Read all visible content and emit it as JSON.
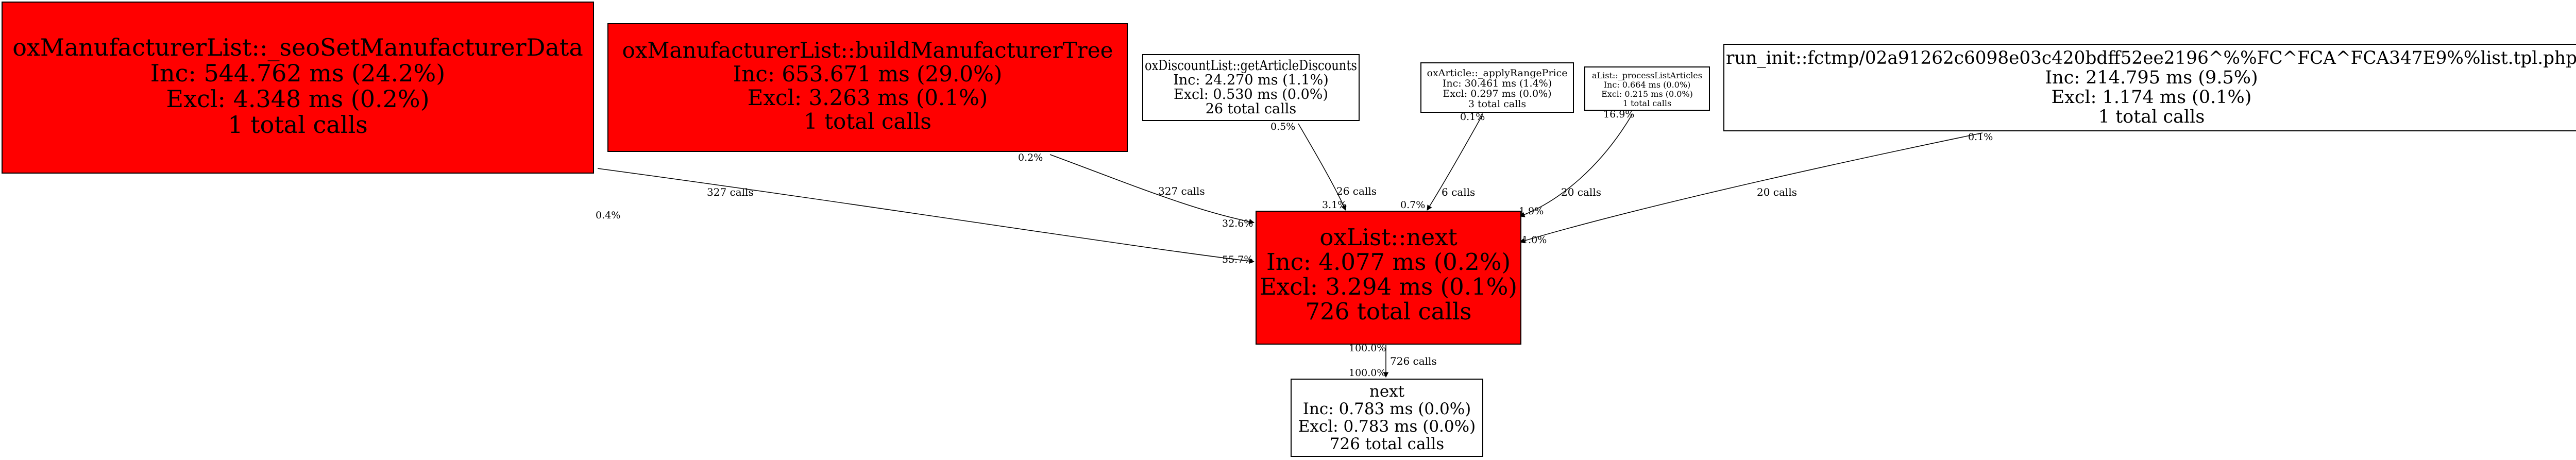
{
  "colors": {
    "hot": "#ff0000",
    "normal": "#ffffff",
    "stroke": "#000000"
  },
  "nodes": {
    "seo": {
      "name": "oxManufacturerList::_seoSetManufacturerData",
      "inc": "Inc: 544.762 ms (24.2%)",
      "excl": "Excl: 4.348 ms (0.2%)",
      "calls": "1 total calls"
    },
    "build": {
      "name": "oxManufacturerList::buildManufacturerTree",
      "inc": "Inc: 653.671 ms (29.0%)",
      "excl": "Excl: 3.263 ms (0.1%)",
      "calls": "1 total calls"
    },
    "discount": {
      "name": "oxDiscountList::getArticleDiscounts",
      "inc": "Inc: 24.270 ms (1.1%)",
      "excl": "Excl: 0.530 ms (0.0%)",
      "calls": "26 total calls"
    },
    "range": {
      "name": "oxArticle::_applyRangePrice",
      "inc": "Inc: 30.461 ms (1.4%)",
      "excl": "Excl: 0.297 ms (0.0%)",
      "calls": "3 total calls"
    },
    "alist": {
      "name": "aList::_processListArticles",
      "inc": "Inc: 0.664 ms (0.0%)",
      "excl": "Excl: 0.215 ms (0.0%)",
      "calls": "1 total calls"
    },
    "run": {
      "name": "run_init::fctmp/02a91262c6098e03c420bdff52ee2196^%%FC^FCA^FCA347E9%%list.tpl.php",
      "inc": "Inc: 214.795 ms (9.5%)",
      "excl": "Excl: 1.174 ms (0.1%)",
      "calls": "1 total calls"
    },
    "oxnext": {
      "name": "oxList::next",
      "inc": "Inc: 4.077 ms (0.2%)",
      "excl": "Excl: 3.294 ms (0.1%)",
      "calls": "726 total calls"
    },
    "next": {
      "name": "next",
      "inc": "Inc: 0.783 ms (0.0%)",
      "excl": "Excl: 0.783 ms (0.0%)",
      "calls": "726 total calls"
    }
  },
  "edges": {
    "seo": {
      "calls": "327 calls",
      "src_pct": "0.4%",
      "dst_pct": "55.7%"
    },
    "build": {
      "calls": "327 calls",
      "src_pct": "0.2%",
      "dst_pct": "32.6%"
    },
    "discount": {
      "calls": "26 calls",
      "src_pct": "0.5%",
      "dst_pct": "3.1%"
    },
    "range": {
      "calls": "6 calls",
      "src_pct": "0.1%",
      "dst_pct": "0.7%"
    },
    "alist": {
      "calls": "20 calls",
      "src_pct": "16.9%",
      "dst_pct": "1.9%"
    },
    "run": {
      "calls": "20 calls",
      "src_pct": "0.1%",
      "dst_pct": "1.0%"
    },
    "next": {
      "calls": "726 calls",
      "src_pct": "100.0%",
      "dst_pct": "100.0%"
    }
  }
}
